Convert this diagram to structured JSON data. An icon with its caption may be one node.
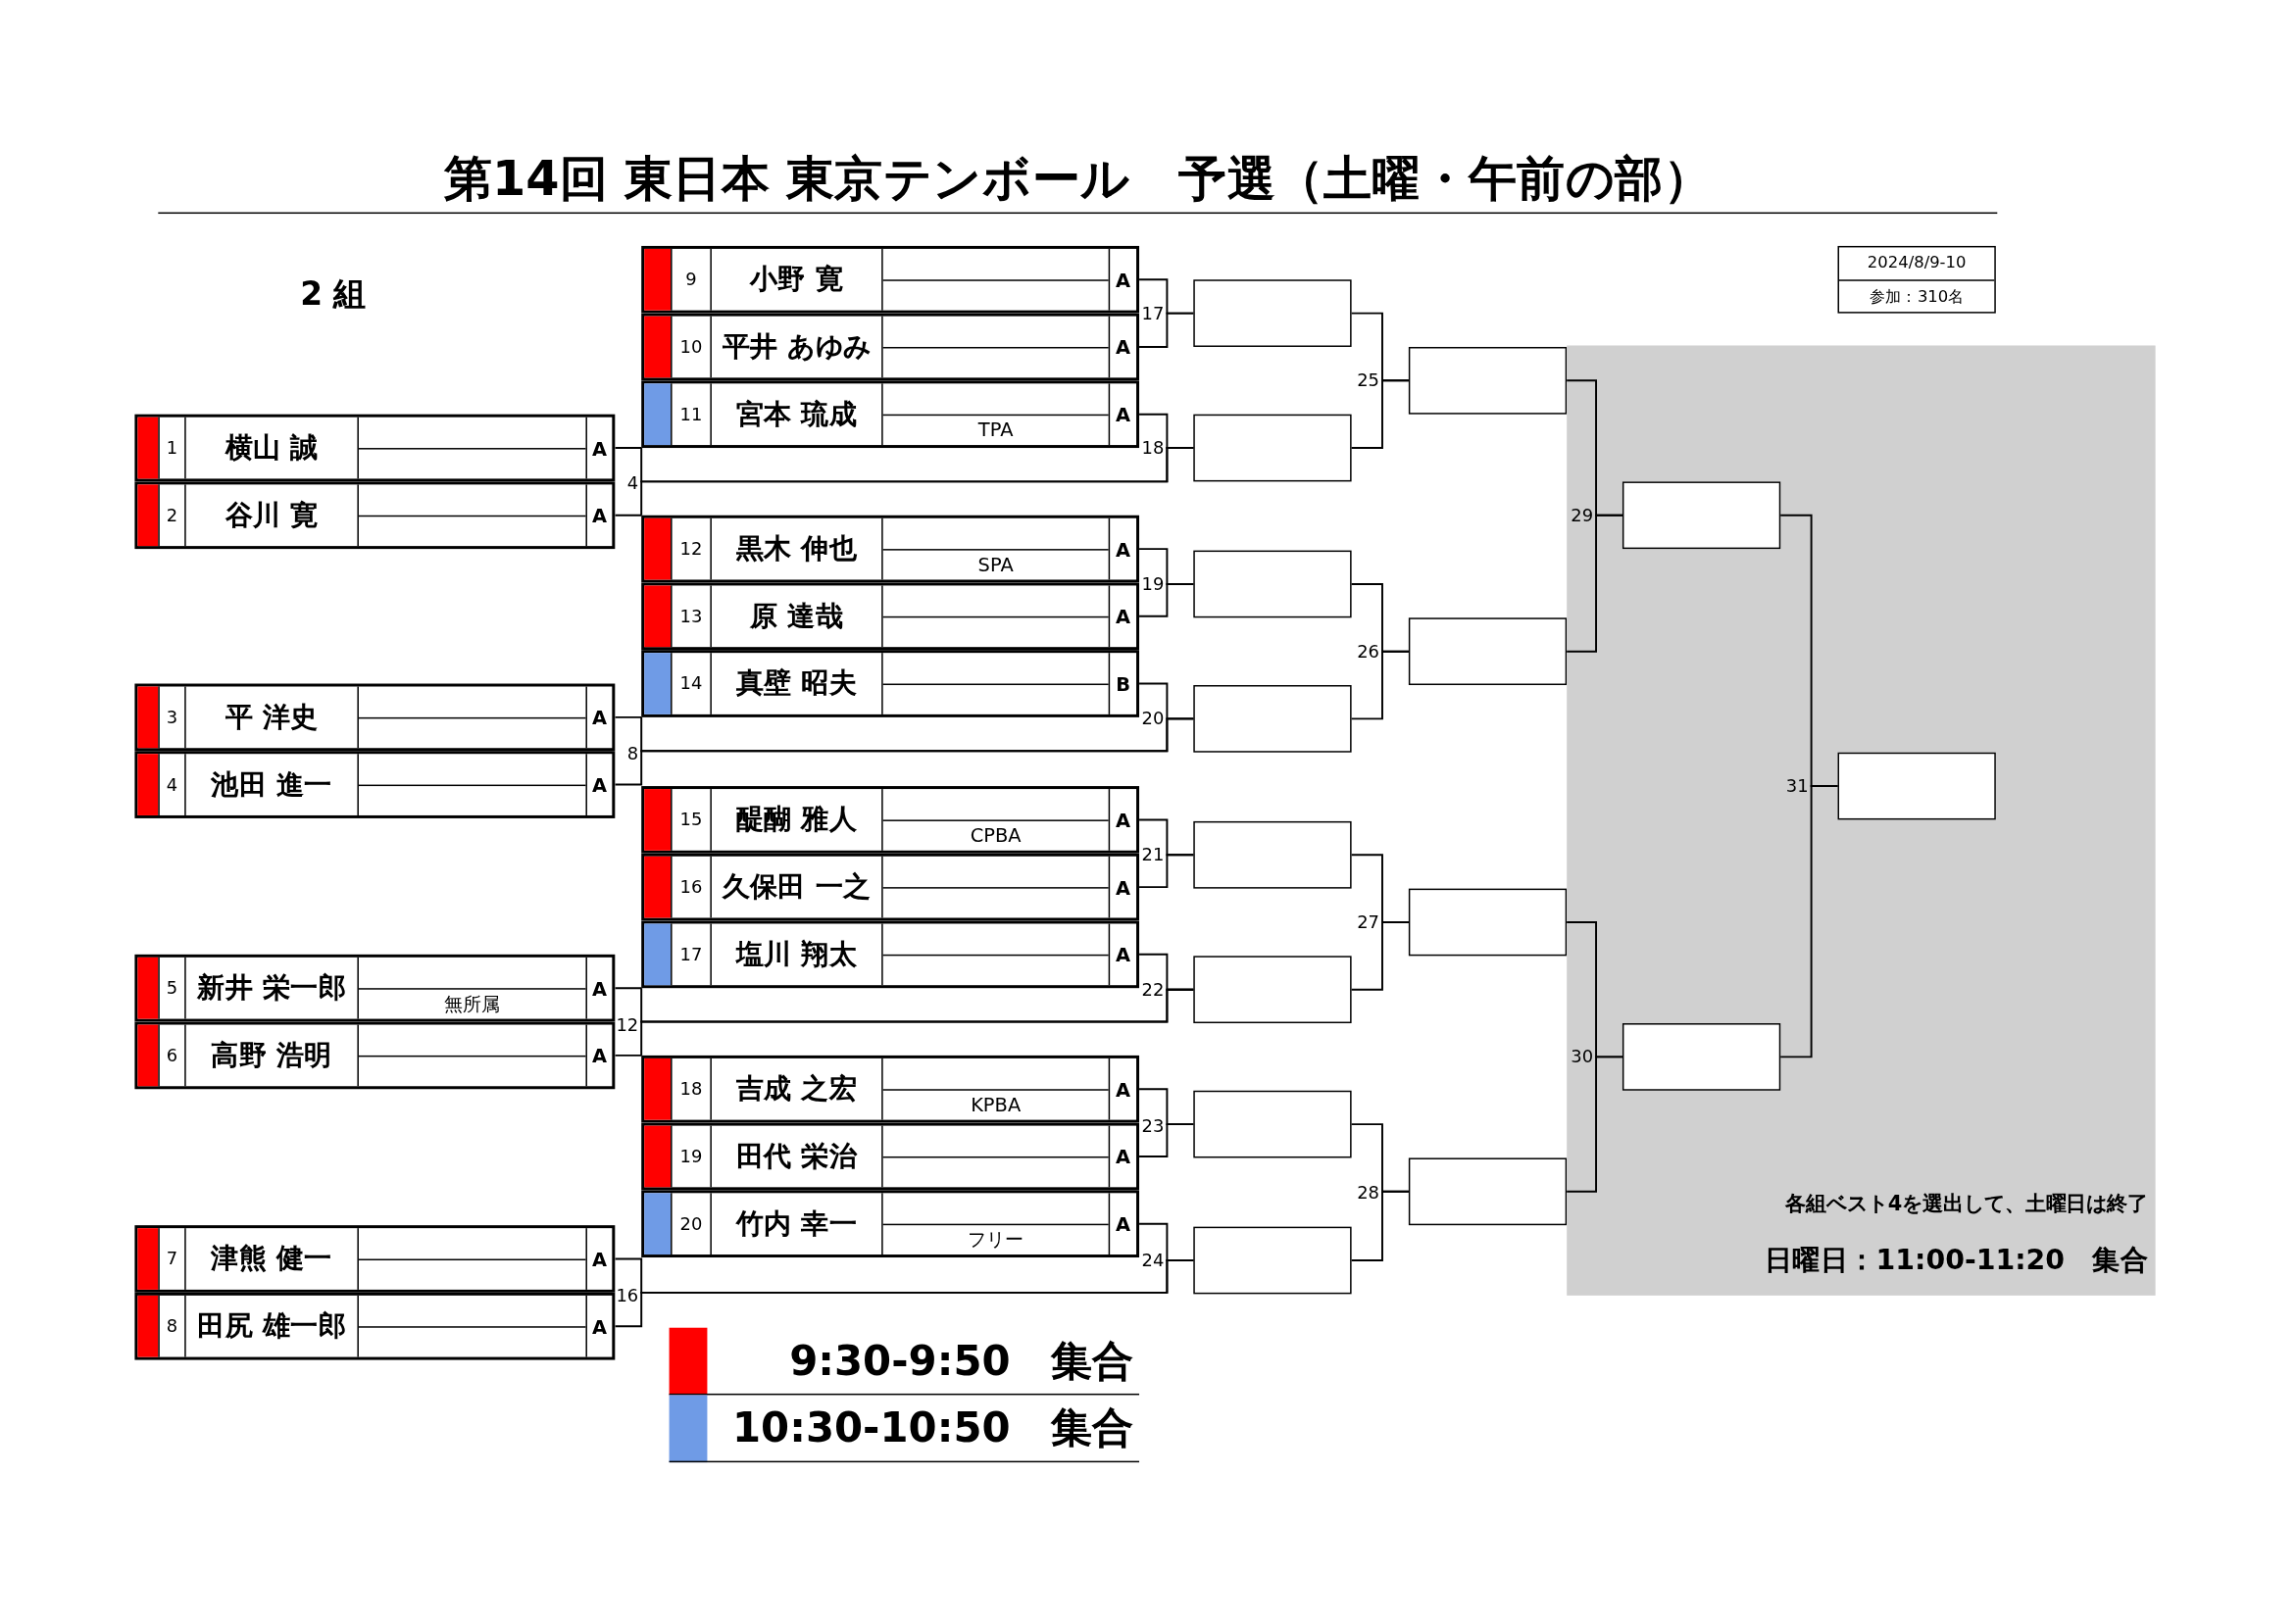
{
  "diagram": {
    "title": "第14回 東日本 東京テンボール　予選（土曜・午前の部）",
    "nodes": [
      {
        "text": [
          "1",
          "横山 誠",
          "A"
        ]
      },
      {
        "text": [
          "2",
          "谷川 寛",
          "A"
        ]
      },
      {
        "text": [
          "3",
          "平 洋史",
          "A"
        ]
      },
      {
        "text": [
          "4",
          "池田 進一",
          "A"
        ]
      },
      {
        "text": [
          "5",
          "新井 栄一郎",
          "無所属",
          "A"
        ]
      },
      {
        "text": [
          "6",
          "高野 浩明",
          "A"
        ]
      },
      {
        "text": [
          "7",
          "津熊 健一",
          "A"
        ]
      },
      {
        "text": [
          "8",
          "田尻 雄一郎",
          "A"
        ]
      },
      {
        "text": [
          "9",
          "小野 寛",
          "A"
        ]
      },
      {
        "text": [
          "10",
          "平井 あゆみ",
          "A"
        ]
      },
      {
        "text": [
          "11",
          "宮本 琉成",
          "TPA",
          "A"
        ]
      },
      {
        "text": [
          "12",
          "黒木 伸也",
          "SPA",
          "A"
        ]
      },
      {
        "text": [
          "13",
          "原 達哉",
          "A"
        ]
      },
      {
        "text": [
          "14",
          "真壁 昭夫",
          "B"
        ]
      },
      {
        "text": [
          "15",
          "醍醐 雅人",
          "CPBA",
          "A"
        ]
      },
      {
        "text": [
          "16",
          "久保田 一之",
          "A"
        ]
      },
      {
        "text": [
          "17",
          "塩川 翔太",
          "A"
        ]
      },
      {
        "text": [
          "18",
          "吉成 之宏",
          "KPBA",
          "A"
        ]
      },
      {
        "text": [
          "19",
          "田代 栄治",
          "A"
        ]
      },
      {
        "text": [
          "20",
          "竹内 幸一",
          "フリー",
          "A"
        ]
      },
      {
        "text": [],
        "shape": "box"
      },
      {
        "text": [],
        "shape": "box"
      },
      {
        "text": [],
        "shape": "box"
      },
      {
        "text": [],
        "shape": "box"
      },
      {
        "text": [],
        "shape": "box"
      },
      {
        "text": [],
        "shape": "box"
      },
      {
        "text": [],
        "shape": "box"
      },
      {
        "text": [],
        "shape": "box"
      },
      {
        "text": [],
        "shape": "box"
      },
      {
        "text": [],
        "shape": "box"
      },
      {
        "text": [],
        "shape": "box"
      },
      {
        "text": [],
        "shape": "box"
      },
      {
        "text": [
          "各組ベスト4を選出して、土曜日は終了",
          "日曜日：11:00-11:20　集合"
        ]
      },
      {
        "text": [],
        "shape": "box",
        "in": 32
      },
      {
        "text": [],
        "shape": "box",
        "in": 32
      },
      {
        "text": [],
        "shape": "box",
        "in": 32
      },
      {
        "text": [
          "2024/8/9-10",
          "参加：310名"
        ]
      }
    ],
    "edges": [
      {
        "from": 0,
        "to": 21,
        "arrow": "none"
      },
      {
        "from": 1,
        "to": 21,
        "arrow": "none"
      },
      {
        "from": 2,
        "to": 23,
        "arrow": "none"
      },
      {
        "from": 3,
        "to": 23,
        "arrow": "none"
      },
      {
        "from": 4,
        "to": 25,
        "arrow": "none"
      },
      {
        "from": 5,
        "to": 25,
        "arrow": "none"
      },
      {
        "from": 6,
        "to": 27,
        "arrow": "none"
      },
      {
        "from": 7,
        "to": 27,
        "arrow": "none"
      },
      {
        "from": 8,
        "to": 20,
        "arrow": "none"
      },
      {
        "from": 9,
        "to": 20,
        "arrow": "none"
      },
      {
        "from": 10,
        "to": 21,
        "arrow": "none"
      },
      {
        "from": 11,
        "to": 22,
        "arrow": "none"
      },
      {
        "from": 12,
        "to": 22,
        "arrow": "none"
      },
      {
        "from": 13,
        "to": 23,
        "arrow": "none"
      },
      {
        "from": 14,
        "to": 24,
        "arrow": "none"
      },
      {
        "from": 15,
        "to": 24,
        "arrow": "none"
      },
      {
        "from": 16,
        "to": 25,
        "arrow": "none"
      },
      {
        "from": 17,
        "to": 26,
        "arrow": "none"
      },
      {
        "from": 18,
        "to": 26,
        "arrow": "none"
      },
      {
        "from": 19,
        "to": 27,
        "arrow": "none"
      },
      {
        "from": 20,
        "to": 28,
        "arrow": "none"
      },
      {
        "from": 21,
        "to": 28,
        "arrow": "none"
      },
      {
        "from": 22,
        "to": 29,
        "arrow": "none"
      },
      {
        "from": 23,
        "to": 29,
        "arrow": "none"
      },
      {
        "from": 24,
        "to": 30,
        "arrow": "none"
      },
      {
        "from": 25,
        "to": 30,
        "arrow": "none"
      },
      {
        "from": 26,
        "to": 31,
        "arrow": "none"
      },
      {
        "from": 27,
        "to": 31,
        "arrow": "none"
      },
      {
        "from": 28,
        "to": 33,
        "arrow": "none"
      },
      {
        "from": 29,
        "to": 33,
        "arrow": "none"
      },
      {
        "from": 30,
        "to": 34,
        "arrow": "none"
      },
      {
        "from": 31,
        "to": 34,
        "arrow": "none"
      },
      {
        "from": 33,
        "to": 35,
        "arrow": "none"
      },
      {
        "from": 34,
        "to": 35,
        "arrow": "none"
      }
    ],
    "labels": [
      "2 組",
      "17",
      "25",
      "18",
      "4",
      "29",
      "19",
      "26",
      "20",
      "8",
      "31",
      "21",
      "27",
      "22",
      "12",
      "30",
      "23",
      "28",
      "24",
      "16"
    ],
    "legend": [
      {
        "text": "9:30-9:50　集合",
        "color": "#ff0000"
      },
      {
        "text": "10:30-10:50　集合",
        "color": "#6f9be6"
      }
    ]
  }
}
